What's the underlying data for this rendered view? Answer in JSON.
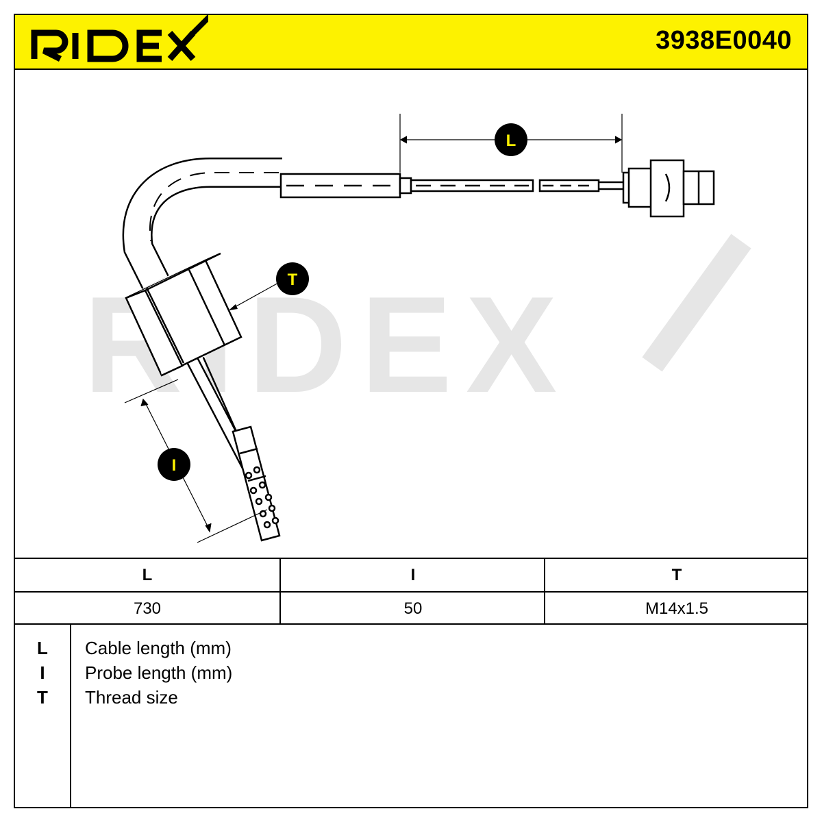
{
  "header": {
    "brand": "RIDEX",
    "part_number": "3938E0040",
    "background_color": "#fdf200"
  },
  "drawing": {
    "watermark": "RIDEX",
    "callouts": {
      "L": "L",
      "T": "T",
      "I": "I"
    }
  },
  "specs": {
    "columns": [
      {
        "symbol": "L",
        "value": "730"
      },
      {
        "symbol": "I",
        "value": "50"
      },
      {
        "symbol": "T",
        "value": "M14x1.5"
      }
    ]
  },
  "legend": {
    "items": [
      {
        "symbol": "L",
        "text": "Cable length (mm)"
      },
      {
        "symbol": "I",
        "text": "Probe length (mm)"
      },
      {
        "symbol": "T",
        "text": "Thread size"
      }
    ]
  }
}
